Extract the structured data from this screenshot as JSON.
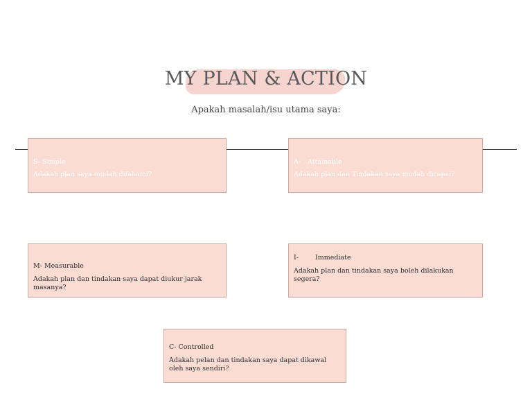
{
  "document": {
    "title": "MY PLAN & ACTION",
    "subtitle": "Apakah masalah/isu utama saya:"
  },
  "boxes": {
    "simple": {
      "heading": "S- Simple",
      "question": "Adakah plan saya mudah difahami?"
    },
    "attainable": {
      "letter": "A-",
      "word": "Attainable",
      "question": "Adakah plan dan Tindakan saya mudah dicapai?"
    },
    "measurable": {
      "heading": "M- Measurable",
      "question": "Adakah plan dan tindakan saya dapat diukur jarak masanya?"
    },
    "immediate": {
      "letter": "I-",
      "word": "Immediate",
      "question": "Adakah plan dan tindakan saya boleh dilakukan segera?"
    },
    "controlled": {
      "heading": "C- Controlled",
      "question": "Adakah pelan dan tindakan saya dapat dikawal oleh saya sendiri?"
    }
  },
  "colors": {
    "box_fill": "#fbdcd2",
    "box_border": "#c9aaa2",
    "title_highlight": "#f6d2cd",
    "connector_line": "#3a3a3a"
  }
}
